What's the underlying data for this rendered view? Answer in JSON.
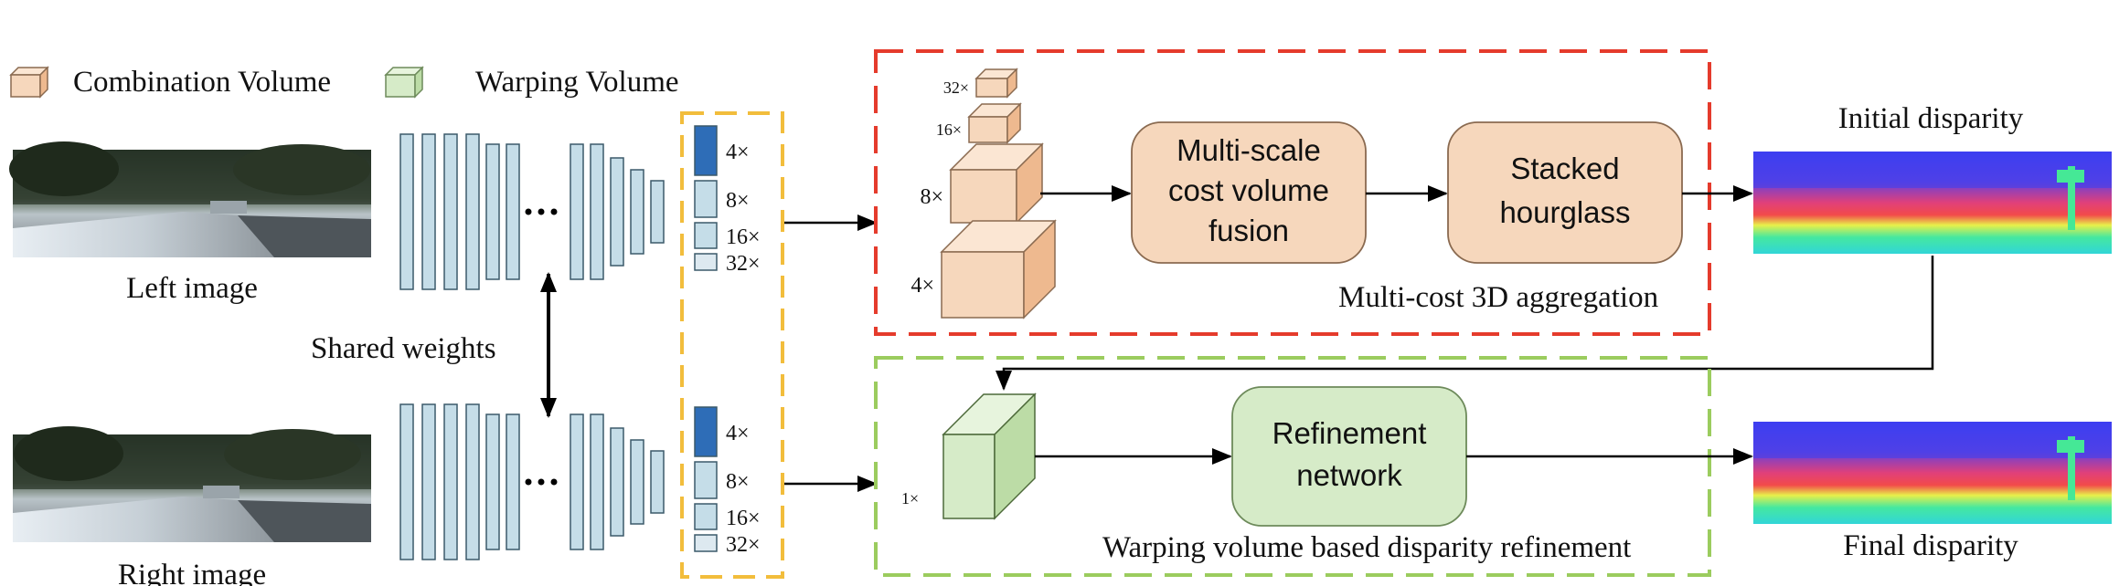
{
  "legend": {
    "combination_volume": "Combination Volume",
    "warping_volume": "Warping Volume"
  },
  "inputs": {
    "left_image": "Left image",
    "right_image": "Right image",
    "shared_weights": "Shared weights"
  },
  "feature_scales": {
    "top": [
      "4×",
      "8×",
      "16×",
      "32×"
    ],
    "bottom": [
      "4×",
      "8×",
      "16×",
      "32×"
    ]
  },
  "pyramid_labels": [
    "32×",
    "16×",
    "8×",
    "4×"
  ],
  "warp_label": "1×",
  "modules": {
    "multi_scale_fusion": [
      "Multi-scale",
      "cost volume",
      "fusion"
    ],
    "stacked_hourglass": [
      "Stacked",
      "hourglass"
    ],
    "refinement_network": [
      "Refinement",
      "network"
    ]
  },
  "sections": {
    "aggregation": "Multi-cost 3D aggregation",
    "refinement": "Warping volume based disparity refinement"
  },
  "outputs": {
    "initial": "Initial disparity",
    "final": "Final disparity"
  },
  "colors": {
    "combination_front": "#f6d7bc",
    "combination_top": "#fbe6d3",
    "combination_side": "#eeb98f",
    "warping_front": "#d6ebc8",
    "warping_top": "#e7f4dd",
    "warping_side": "#bcdca6",
    "feature_layer": "#c5dde8",
    "feature_dark": "#2e6db7",
    "red_dash": "#e53b2c",
    "yellow_dash": "#f2bd3c",
    "green_dash": "#9bcc5e",
    "module_orange": "#f6d7bc",
    "module_green": "#d6ebc8"
  }
}
